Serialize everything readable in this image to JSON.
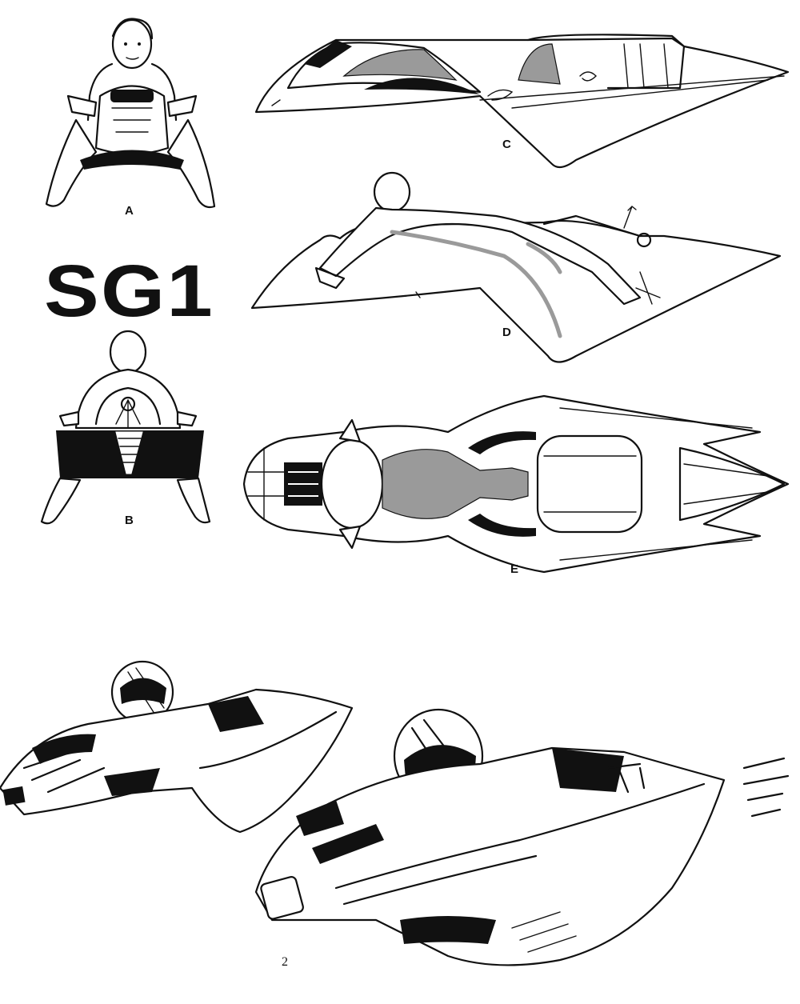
{
  "title": "SG1",
  "page_number": "2",
  "views": [
    {
      "id": "a",
      "label": "A"
    },
    {
      "id": "b",
      "label": "B"
    },
    {
      "id": "c",
      "label": "C"
    },
    {
      "id": "d",
      "label": "D"
    },
    {
      "id": "e",
      "label": "E"
    }
  ],
  "colors": {
    "ink": "#111111",
    "shade": "#9a9a9a",
    "paper": "#ffffff"
  }
}
